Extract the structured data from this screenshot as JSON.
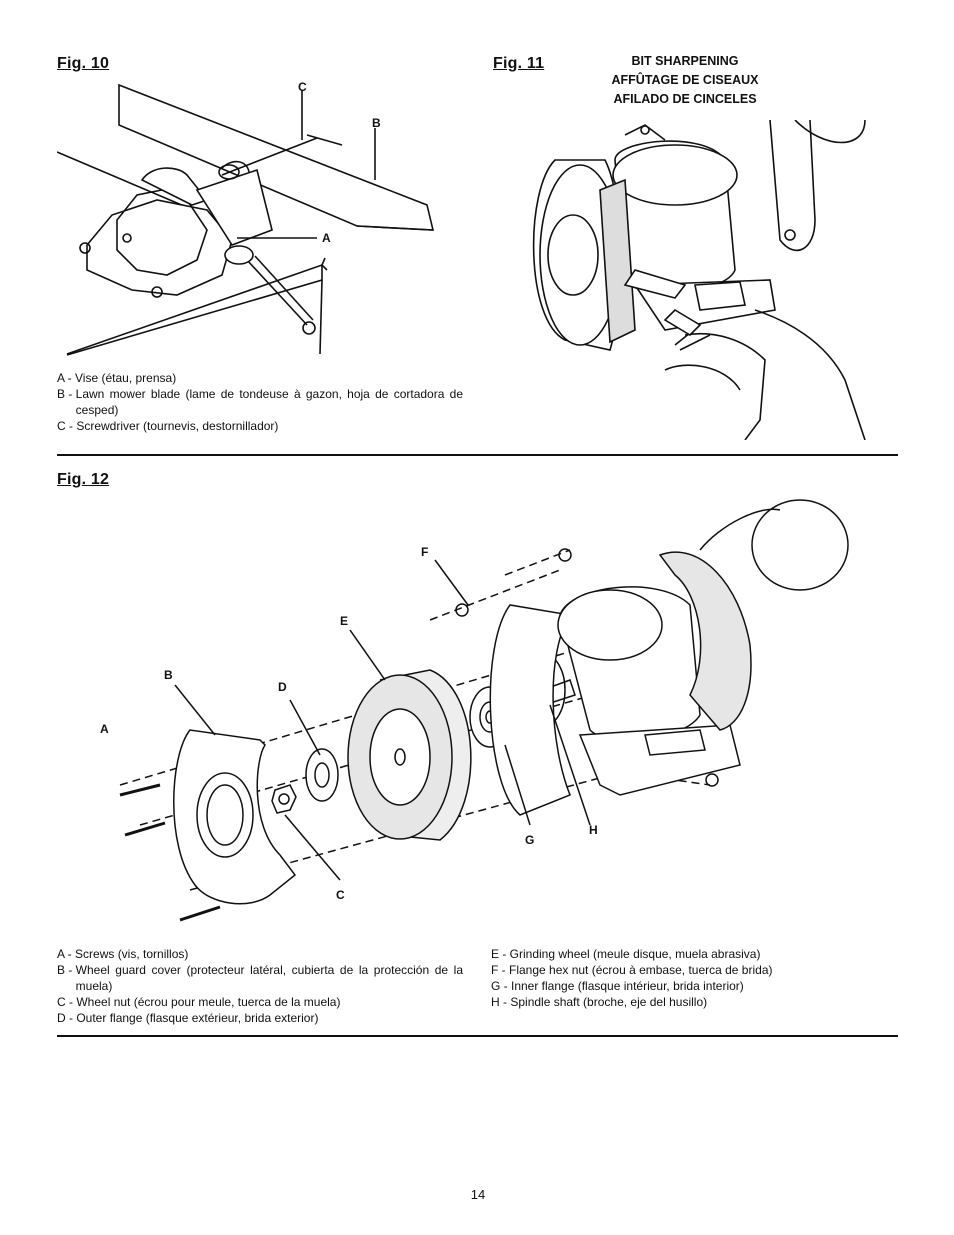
{
  "fig10": {
    "title": "Fig. 10",
    "callouts": {
      "a": "A",
      "b": "B",
      "c": "C"
    },
    "legend": [
      {
        "key": "A - ",
        "text": "Vise (étau, prensa)"
      },
      {
        "key": "B - ",
        "text": "Lawn mower blade (lame de tondeuse à gazon, hoja de cortadora de cesped)"
      },
      {
        "key": "C - ",
        "text": "Screwdriver (tournevis, destornillador)"
      }
    ]
  },
  "fig11": {
    "title": "Fig. 11",
    "caption": [
      "BIT SHARPENING",
      "AFFÛTAGE DE CISEAUX",
      "AFILADO DE CINCELES"
    ]
  },
  "fig12": {
    "title": "Fig. 12",
    "callouts": {
      "a": "A",
      "b": "B",
      "c": "C",
      "d": "D",
      "e": "E",
      "f": "F",
      "g": "G",
      "h": "H"
    },
    "legend_left": [
      {
        "key": "A - ",
        "text": "Screws (vis, tornillos)"
      },
      {
        "key": "B - ",
        "text": "Wheel guard cover (protecteur latéral, cubierta de la protección de la muela)"
      },
      {
        "key": "C - ",
        "text": "Wheel nut (écrou pour meule, tuerca de la muela)"
      },
      {
        "key": "D - ",
        "text": "Outer flange (flasque extérieur, brida exterior)"
      }
    ],
    "legend_right": [
      {
        "key": "E - ",
        "text": "Grinding wheel (meule disque, muela abrasiva)"
      },
      {
        "key": "F - ",
        "text": "Flange hex nut (écrou à embase, tuerca de brida)"
      },
      {
        "key": "G - ",
        "text": "Inner flange (flasque intérieur, brida interior)"
      },
      {
        "key": "H - ",
        "text": "Spindle shaft (broche, eje del husillo)"
      }
    ]
  },
  "page_number": "14"
}
